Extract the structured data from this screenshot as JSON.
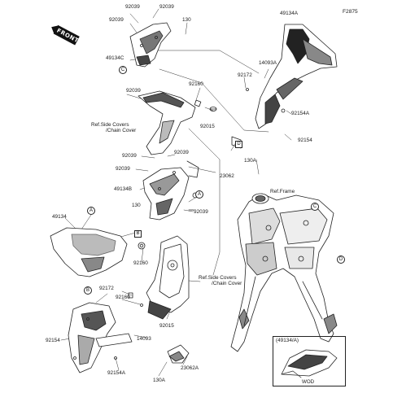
{
  "figure_code": "F2875",
  "front_tag": "FRONT",
  "labels": {
    "p92039_a": "92039",
    "p92039_b": "92039",
    "p130_a": "130",
    "p49134C": "49134C",
    "p92039_c": "92039",
    "p92160_a": "92160",
    "ref_side_1a": "Ref.Side Covers",
    "ref_side_1b": "/Chain Cover",
    "p92015_a": "92015",
    "p92039_d": "92039",
    "p92039_e": "92039",
    "p92039_f": "92039",
    "p49134B": "49134B",
    "p130_b": "130",
    "p92039_g": "92039",
    "p49134A": "49134A",
    "p14093A": "14093A",
    "p92172_a": "92172",
    "p92154A_a": "92154A",
    "p92154_a": "92154",
    "p130A_a": "130A",
    "p23062": "23062",
    "ref_frame": "Ref.Frame",
    "p49134": "49134",
    "p92160_b": "92160",
    "ref_side_2a": "Ref.Side Covers",
    "ref_side_2b": "/Chain Cover",
    "p92172_b": "92172",
    "p92160_c": "92160",
    "p92015_b": "92015",
    "p14093": "14093",
    "p92154_b": "92154",
    "p92154A_b": "92154A",
    "p130A_b": "130A",
    "p23062A": "23062A",
    "inset_title": "(49134/A)",
    "inset_caption": "WOD"
  },
  "callouts": {
    "A": "A",
    "B": "B",
    "C": "C",
    "D": "D"
  }
}
